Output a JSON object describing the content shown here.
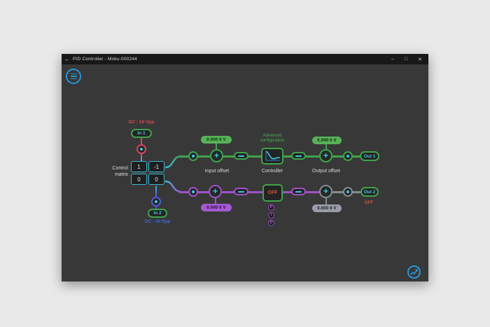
{
  "window": {
    "title": "PID Controller - Moku-000244",
    "back_glyph": "←",
    "minimize_glyph": "–",
    "maximize_glyph": "□",
    "close_glyph": "✕"
  },
  "glyphs": {
    "plus": "+"
  },
  "inputs": {
    "in1": {
      "label": "In 1",
      "signal": "DC : 10 Vpp"
    },
    "in2": {
      "label": "In 2",
      "signal": "DC : 10 Vpp"
    }
  },
  "matrix": {
    "label_line1": "Control",
    "label_line2": "matrix",
    "cells": [
      [
        "1",
        "-1"
      ],
      [
        "0",
        "0"
      ]
    ]
  },
  "ch1": {
    "input_offset_value": "0.000 0 V",
    "input_offset_label": "Input offset",
    "advanced_line1": "Advanced",
    "advanced_line2": "configuration",
    "controller_label": "Controller",
    "output_offset_value": "0.000 0 V",
    "output_offset_label": "Output offset",
    "out_label": "Out 1"
  },
  "ch2": {
    "input_offset_value": "0.000 0 V",
    "controller_status": "OFF",
    "pid": {
      "p": "P",
      "i": "I",
      "d": "D"
    },
    "output_offset_value": "0.000 0 V",
    "out_label": "Out 2",
    "out_status": "OFF"
  },
  "colors": {
    "accent_blue": "#2595d8",
    "green": "#3ea34b",
    "purple": "#a050c8",
    "cyan": "#3ec8e4",
    "red": "#d6475e",
    "indigo": "#4f5cd8",
    "gray": "#868b94",
    "off_red": "#d2553d",
    "titlebar": "#181818",
    "window_bg": "#383838"
  }
}
